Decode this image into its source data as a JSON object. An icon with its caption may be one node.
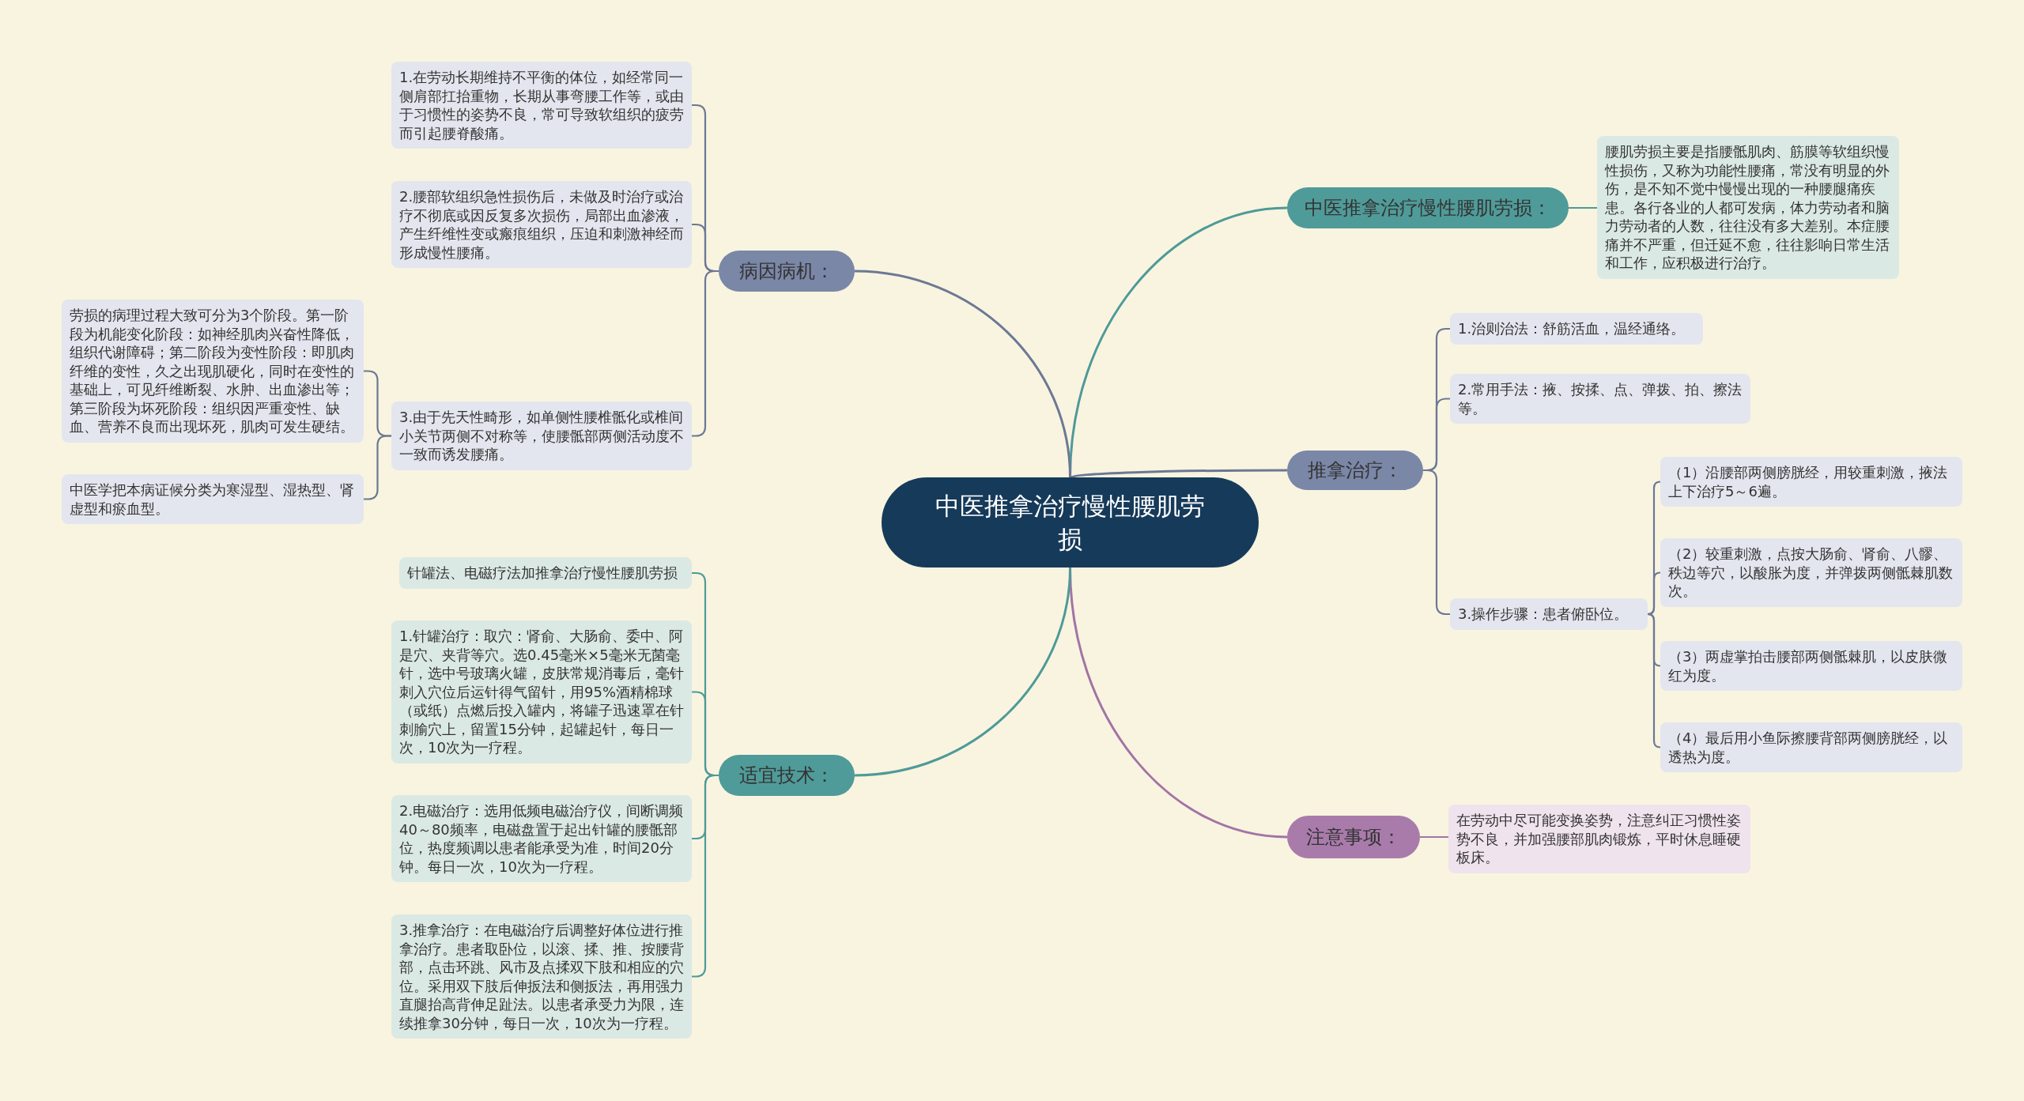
{
  "diagram": {
    "nodes": [
      {
        "text": [
          "中医推拿治疗慢性腰肌劳损"
        ]
      },
      {
        "text": [
          "中医推拿治疗慢性腰肌劳损："
        ]
      },
      {
        "text": [
          "腰肌劳损主要是指腰骶肌肉、筋膜等软组织慢性损伤，又称为功能性腰痛，常没有明显的外伤，是不知不觉中慢慢出现的一种腰腿痛疾患。各行各业的人都可发病，体力劳动者和脑力劳动者的人数，往往没有多大差别。本症腰痛并不严重，但迁延不愈，往往影响日常生活和工作，应积极进行治疗。"
        ]
      },
      {
        "text": [
          "推拿治疗："
        ]
      },
      {
        "text": [
          "1.治则治法：舒筋活血，温经通络。"
        ]
      },
      {
        "text": [
          "2.常用手法：掖、按揉、点、弹拨、拍、擦法等。"
        ]
      },
      {
        "text": [
          "3.操作步骤：患者俯卧位。"
        ]
      },
      {
        "text": [
          "（1）沿腰部两侧膀胱经，用较重刺激，掖法上下治疗5～6遍。"
        ]
      },
      {
        "text": [
          "（2）较重刺激，点按大肠俞、肾俞、八髎、秩边等穴，以酸胀为度，并弹拨两侧骶棘肌数次。"
        ]
      },
      {
        "text": [
          "（3）两虚掌拍击腰部两侧骶棘肌，以皮肤微红为度。"
        ]
      },
      {
        "text": [
          "（4）最后用小鱼际擦腰背部两侧膀胱经，以透热为度。"
        ]
      },
      {
        "text": [
          "注意事项："
        ]
      },
      {
        "text": [
          "在劳动中尽可能变换姿势，注意纠正习惯性姿势不良，并加强腰部肌肉锻炼，平时休息睡硬板床。"
        ]
      },
      {
        "text": [
          "病因病机："
        ]
      },
      {
        "text": [
          "1.在劳动长期维持不平衡的体位，如经常同一侧肩部扛抬重物，长期从事弯腰工作等，或由于习惯性的姿势不良，常可导致软组织的疲劳而引起腰脊酸痛。"
        ]
      },
      {
        "text": [
          "2.腰部软组织急性损伤后，未做及时治疗或治疗不彻底或因反复多次损伤，局部出血渗液，产生纤维性变或瘢痕组织，压迫和刺激神经而形成慢性腰痛。"
        ]
      },
      {
        "text": [
          "3.由于先天性畸形，如单侧性腰椎骶化或椎间小关节两侧不对称等，使腰骶部两侧活动度不一致而诱发腰痛。"
        ]
      },
      {
        "text": [
          "劳损的病理过程大致可分为3个阶段。第一阶段为机能变化阶段：如神经肌肉兴奋性降低，组织代谢障碍；第二阶段为变性阶段：即肌肉纤维的变性，久之出现肌硬化，同时在变性的基础上，可见纤维断裂、水肿、出血渗出等；第三阶段为坏死阶段：组织因严重变性、缺血、营养不良而出现坏死，肌肉可发生硬结。"
        ]
      },
      {
        "text": [
          "中医学把本病证候分类为寒湿型、湿热型、肾虚型和瘀血型。"
        ]
      },
      {
        "text": [
          "适宜技术："
        ]
      },
      {
        "text": [
          "针罐法、电磁疗法加推拿治疗慢性腰肌劳损"
        ]
      },
      {
        "text": [
          "1.针罐治疗：取穴：肾俞、大肠俞、委中、阿是穴、夹背等穴。选0.45毫米×5毫米无菌毫针，选中号玻璃火罐，皮肤常规消毒后，毫针刺入穴位后运针得气留针，用95%酒精棉球（或纸）点燃后投入罐内，将罐子迅速罩在针刺腧穴上，留置15分钟，起罐起针，每日一次，10次为一疗程。"
        ]
      },
      {
        "text": [
          "2.电磁治疗：选用低频电磁治疗仪，间断调频40～80频率，电磁盘置于起出针罐的腰骶部位，热度频调以患者能承受为准，时间20分钟。每日一次，10次为一疗程。"
        ]
      },
      {
        "text": [
          "3.推拿治疗：在电磁治疗后调整好体位进行推拿治疗。患者取卧位，以滚、揉、推、按腰背部，点击环跳、风市及点揉双下肢和相应的穴位。采用双下肢后伸扳法和侧扳法，再用强力直腿抬高背伸足趾法。以患者承受力为限，连续推拿30分钟，每日一次，10次为一疗程。"
        ]
      }
    ],
    "edges": [
      {
        "from": 0,
        "to": 1,
        "arrow": "none",
        "color": "#4e9a99"
      },
      {
        "from": 1,
        "to": 2,
        "arrow": "none",
        "color": "#4e9a99"
      },
      {
        "from": 0,
        "to": 3,
        "arrow": "none"
      },
      {
        "from": 3,
        "to": 4,
        "arrow": "none"
      },
      {
        "from": 3,
        "to": 5,
        "arrow": "none"
      },
      {
        "from": 3,
        "to": 6,
        "arrow": "none"
      },
      {
        "from": 6,
        "to": 7,
        "arrow": "none"
      },
      {
        "from": 6,
        "to": 8,
        "arrow": "none"
      },
      {
        "from": 6,
        "to": 9,
        "arrow": "none"
      },
      {
        "from": 6,
        "to": 10,
        "arrow": "none"
      },
      {
        "from": 0,
        "to": 11,
        "arrow": "none",
        "color": "#a274a6"
      },
      {
        "from": 11,
        "to": 12,
        "arrow": "none",
        "color": "#a274a6"
      },
      {
        "from": 0,
        "to": 13,
        "arrow": "none"
      },
      {
        "from": 13,
        "to": 14,
        "arrow": "none"
      },
      {
        "from": 13,
        "to": 15,
        "arrow": "none"
      },
      {
        "from": 13,
        "to": 16,
        "arrow": "none"
      },
      {
        "from": 16,
        "to": 17,
        "arrow": "none"
      },
      {
        "from": 16,
        "to": 18,
        "arrow": "none"
      },
      {
        "from": 0,
        "to": 19,
        "arrow": "none",
        "color": "#4e9a99"
      },
      {
        "from": 19,
        "to": 20,
        "arrow": "none",
        "color": "#4e9a99"
      },
      {
        "from": 19,
        "to": 21,
        "arrow": "none",
        "color": "#4e9a99"
      },
      {
        "from": 19,
        "to": 22,
        "arrow": "none",
        "color": "#4e9a99"
      },
      {
        "from": 19,
        "to": 23,
        "arrow": "none",
        "color": "#4e9a99"
      }
    ]
  }
}
